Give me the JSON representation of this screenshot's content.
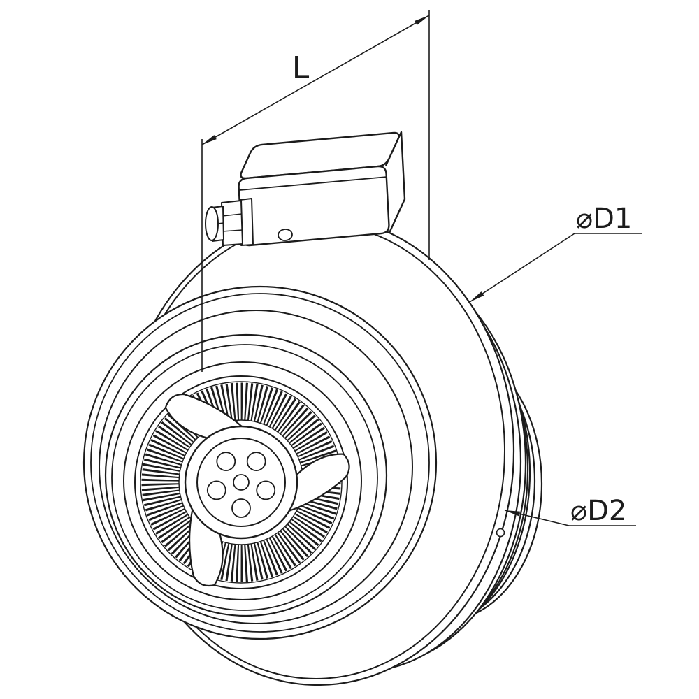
{
  "annotations": {
    "length_label": "L",
    "d1_label": "⌀D1",
    "d2_label": "⌀D2"
  },
  "colors": {
    "line": "#1c1c1c",
    "background": "#ffffff"
  }
}
